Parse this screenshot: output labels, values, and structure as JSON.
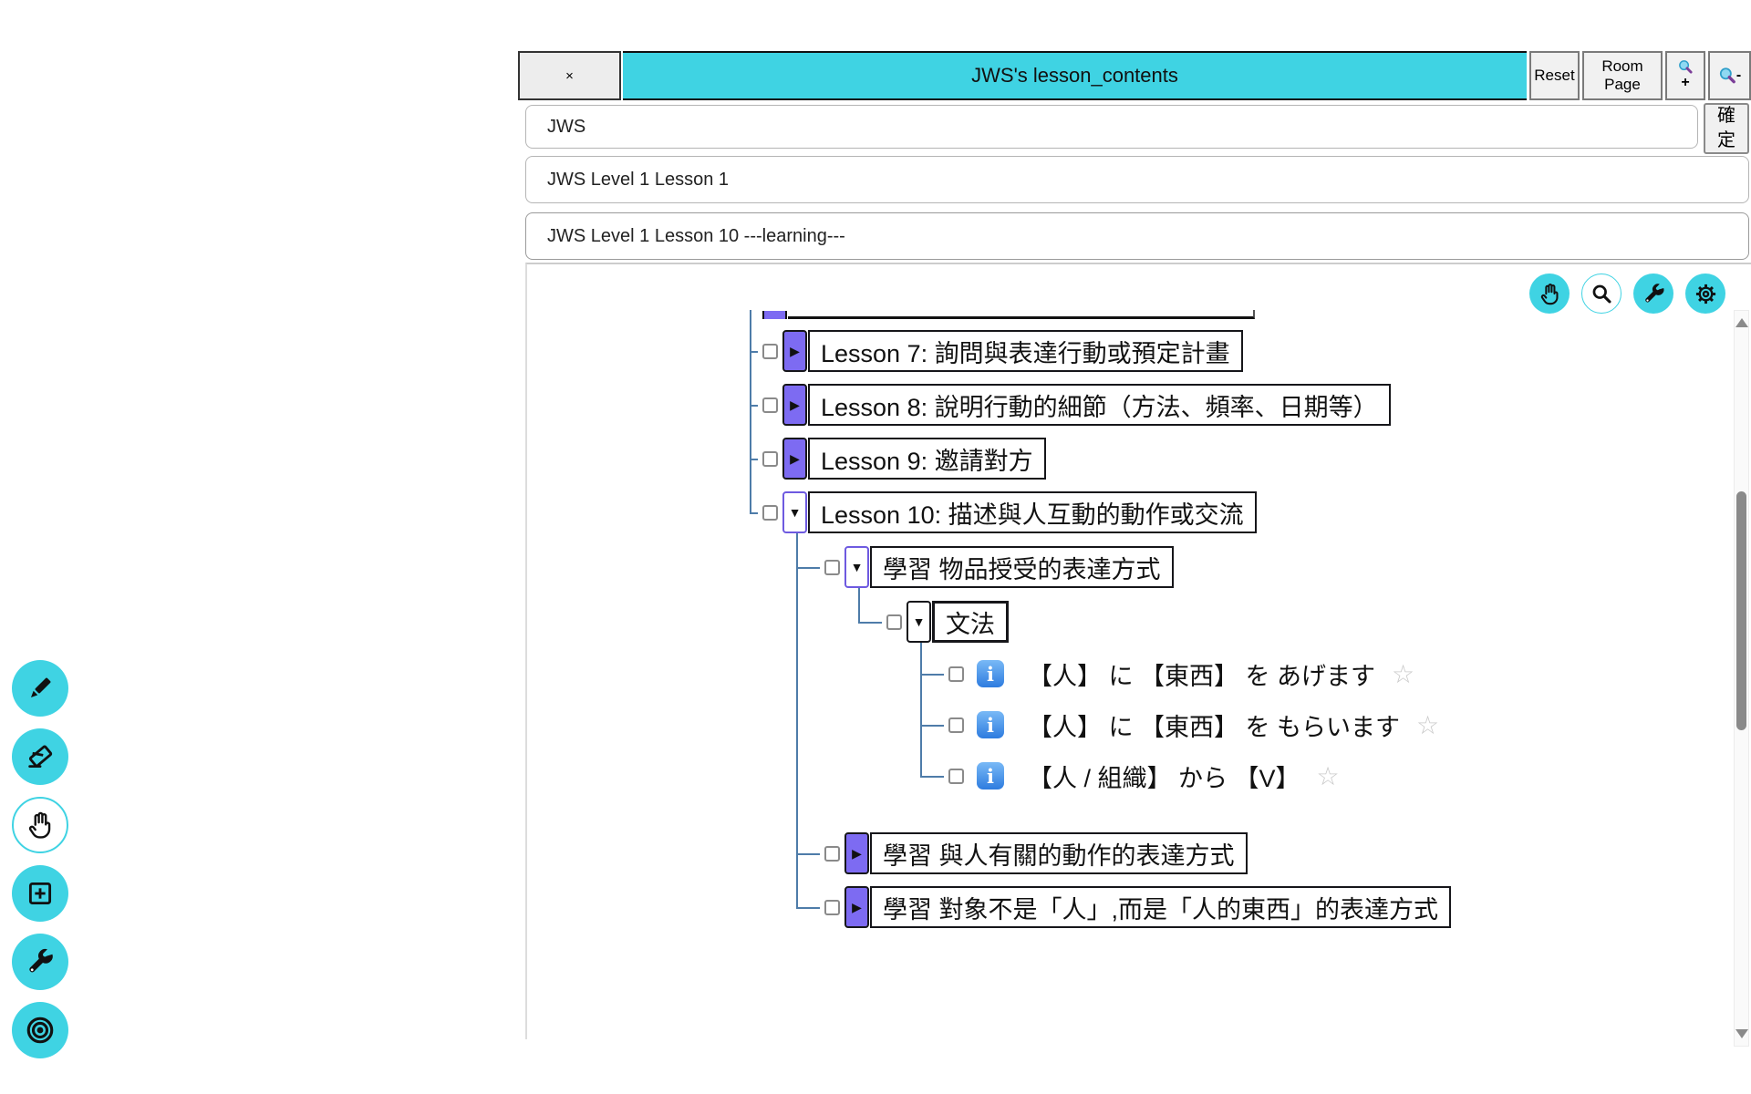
{
  "window": {
    "title": "JWS's lesson_contents",
    "close_label": "×",
    "reset_label": "Reset",
    "room_page_label": "Room Page",
    "zoom_in_sign": "+",
    "zoom_out_sign": "-",
    "confirm_label": "確定"
  },
  "breadcrumbs": [
    {
      "label": "JWS"
    },
    {
      "label": "JWS Level 1 Lesson 1"
    },
    {
      "label": "JWS Level 1 Lesson 10 ---learning---"
    }
  ],
  "panel_toolbar": {
    "icons": [
      "hand-icon",
      "search-icon",
      "wrench-icon",
      "gear-icon"
    ],
    "active": "search-icon"
  },
  "side_tools": {
    "icons": [
      "pencil-icon",
      "eraser-icon",
      "hand-icon",
      "add-square-icon",
      "wrench-icon",
      "target-icon"
    ],
    "active": "hand-icon"
  },
  "colors": {
    "accent_cyan": "#3fd3e3",
    "node_purple": "#7d6bf2",
    "tree_line_blue": "#4e7ca9",
    "info_blue": "#2e7cdf"
  },
  "tree": {
    "icons": {
      "collapsed_glyph": "▶",
      "expanded_glyph": "▼",
      "info_glyph": "i",
      "star_glyph": "☆"
    },
    "nodes": [
      {
        "type": "partial"
      },
      {
        "label": "Lesson 7: 詢問與表達行動或預定計畫",
        "state": "collapsed"
      },
      {
        "label": "Lesson 8: 說明行動的細節（方法、頻率、日期等）",
        "state": "collapsed"
      },
      {
        "label": "Lesson 9: 邀請對方",
        "state": "collapsed"
      },
      {
        "label": "Lesson 10: 描述與人互動的動作或交流",
        "state": "expanded",
        "children": [
          {
            "label": "學習 物品授受的表達方式",
            "state": "expanded",
            "children": [
              {
                "label": "文法",
                "state": "expanded",
                "variant": "dark",
                "children": [
                  {
                    "label": "【人】 に 【東西】 を あげます",
                    "state": "leaf"
                  },
                  {
                    "label": "【人】 に 【東西】 を もらいます",
                    "state": "leaf"
                  },
                  {
                    "label": "【人 / 組織】 から 【V】",
                    "state": "leaf"
                  }
                ]
              }
            ]
          },
          {
            "label": "學習 與人有關的動作的表達方式",
            "state": "collapsed"
          },
          {
            "label": "學習 對象不是「人」,而是「人的東西」的表達方式",
            "state": "collapsed"
          }
        ]
      }
    ]
  }
}
